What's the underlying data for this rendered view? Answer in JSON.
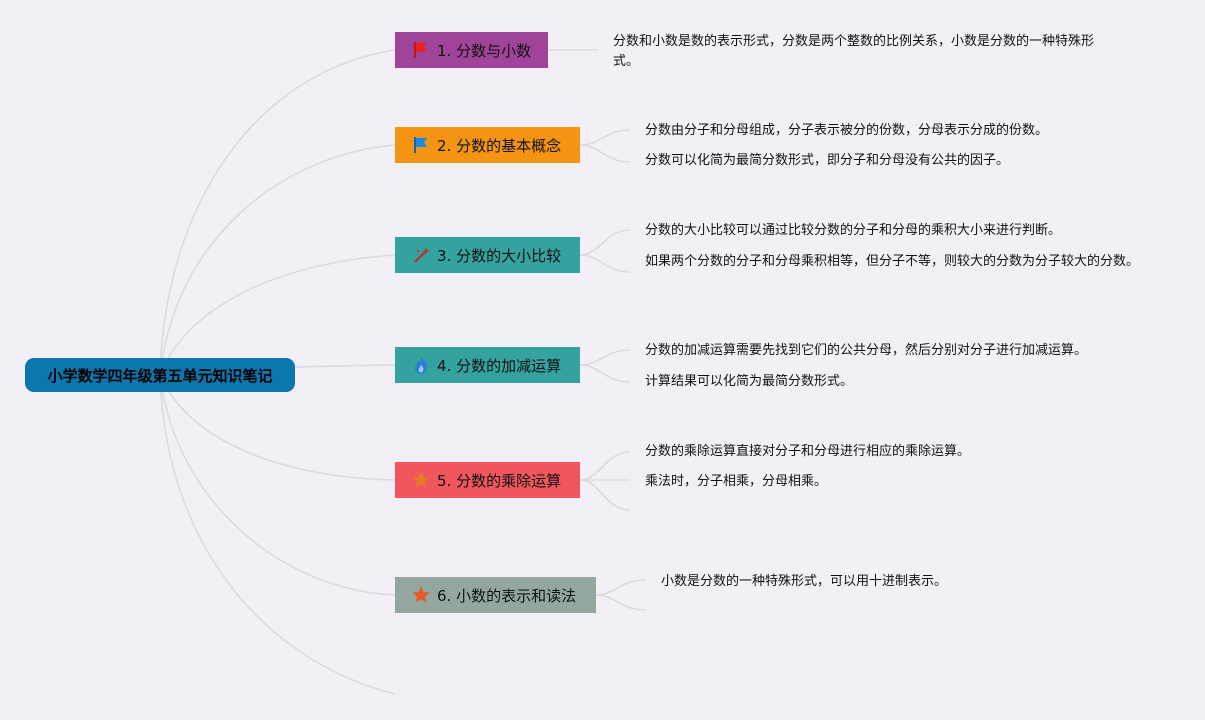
{
  "root": {
    "title": "小学数学四年级第五单元知识笔记"
  },
  "colors": {
    "root": "#0b77ae",
    "topic1": "#a0449a",
    "topic2": "#f39413",
    "topic3": "#34a3a0",
    "topic4": "#34a3a0",
    "topic5": "#f0565d",
    "topic6": "#93a79f",
    "connector": "#dcdadf",
    "background": "#f2f0f6"
  },
  "topics": [
    {
      "label": "1. 分数与小数",
      "icon": "red-flag-icon",
      "notes": [
        "分数和小数是数的表示形式，分数是两个整数的比例关系，小数是分数的一种特殊形式。"
      ]
    },
    {
      "label": "2. 分数的基本概念",
      "icon": "blue-flag-icon",
      "notes": [
        "分数由分子和分母组成，分子表示被分的份数，分母表示分成的份数。",
        "分数可以化简为最简分数形式，即分子和分母没有公共的因子。"
      ]
    },
    {
      "label": "3. 分数的大小比较",
      "icon": "magic-wand-icon",
      "notes": [
        "分数的大小比较可以通过比较分数的分子和分母的乘积大小来进行判断。",
        "如果两个分数的分子和分母乘积相等，但分子不等，则较大的分数为分子较大的分数。"
      ]
    },
    {
      "label": "4. 分数的加减运算",
      "icon": "blue-flame-icon",
      "notes": [
        "分数的加减运算需要先找到它们的公共分母，然后分别对分子进行加减运算。",
        "计算结果可以化简为最简分数形式。"
      ]
    },
    {
      "label": "5. 分数的乘除运算",
      "icon": "orange-star-icon",
      "notes": [
        "分数的乘除运算直接对分子和分母进行相应的乘除运算。",
        "乘法时，分子相乘，分母相乘。"
      ]
    },
    {
      "label": "6. 小数的表示和读法",
      "icon": "red-star-icon",
      "notes": [
        "小数是分数的一种特殊形式，可以用十进制表示。"
      ]
    }
  ]
}
